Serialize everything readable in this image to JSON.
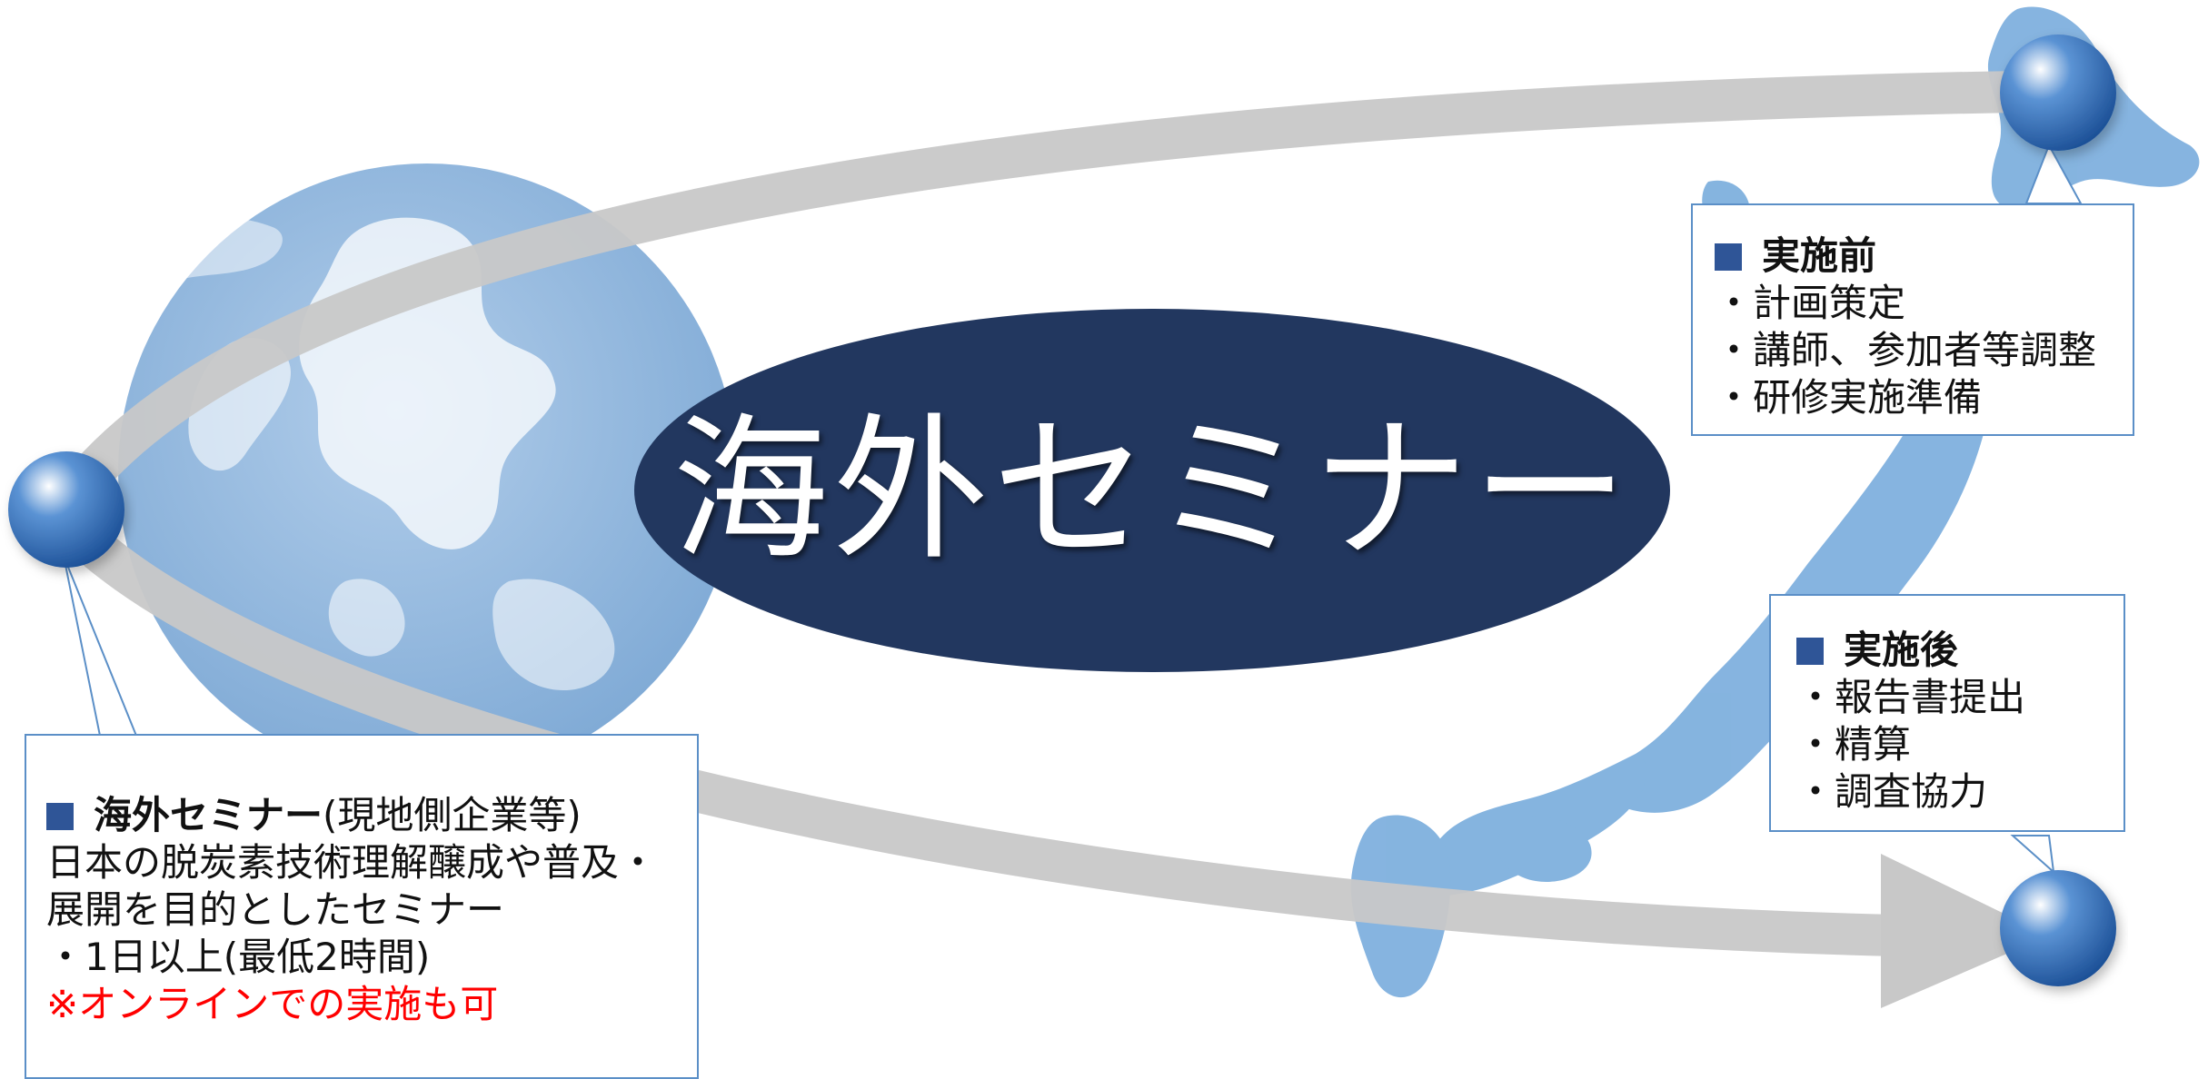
{
  "title": "海外セミナー",
  "before": {
    "heading": "実施前",
    "items": [
      "・計画策定",
      "・講師、参加者等調整",
      "・研修実施準備"
    ]
  },
  "after": {
    "heading": "実施後",
    "items": [
      "・報告書提出",
      "・精算",
      "・調査協力"
    ]
  },
  "overseas": {
    "heading": "海外セミナー",
    "heading_note": "(現地側企業等)",
    "lines": [
      "日本の脱炭素技術理解醸成や普及・",
      "展開を目的としたセミナー",
      "・1日以上(最低2時間)"
    ],
    "note": "※オンラインでの実施も可"
  },
  "colors": {
    "ellipse": "#22375f",
    "globe": "#7aa8d6",
    "japan_map": "#7fb0de",
    "arrow": "#c8c8c8",
    "callout_border": "#5b8fc7",
    "bullet_square": "#2f5597",
    "note": "#ff0000"
  }
}
